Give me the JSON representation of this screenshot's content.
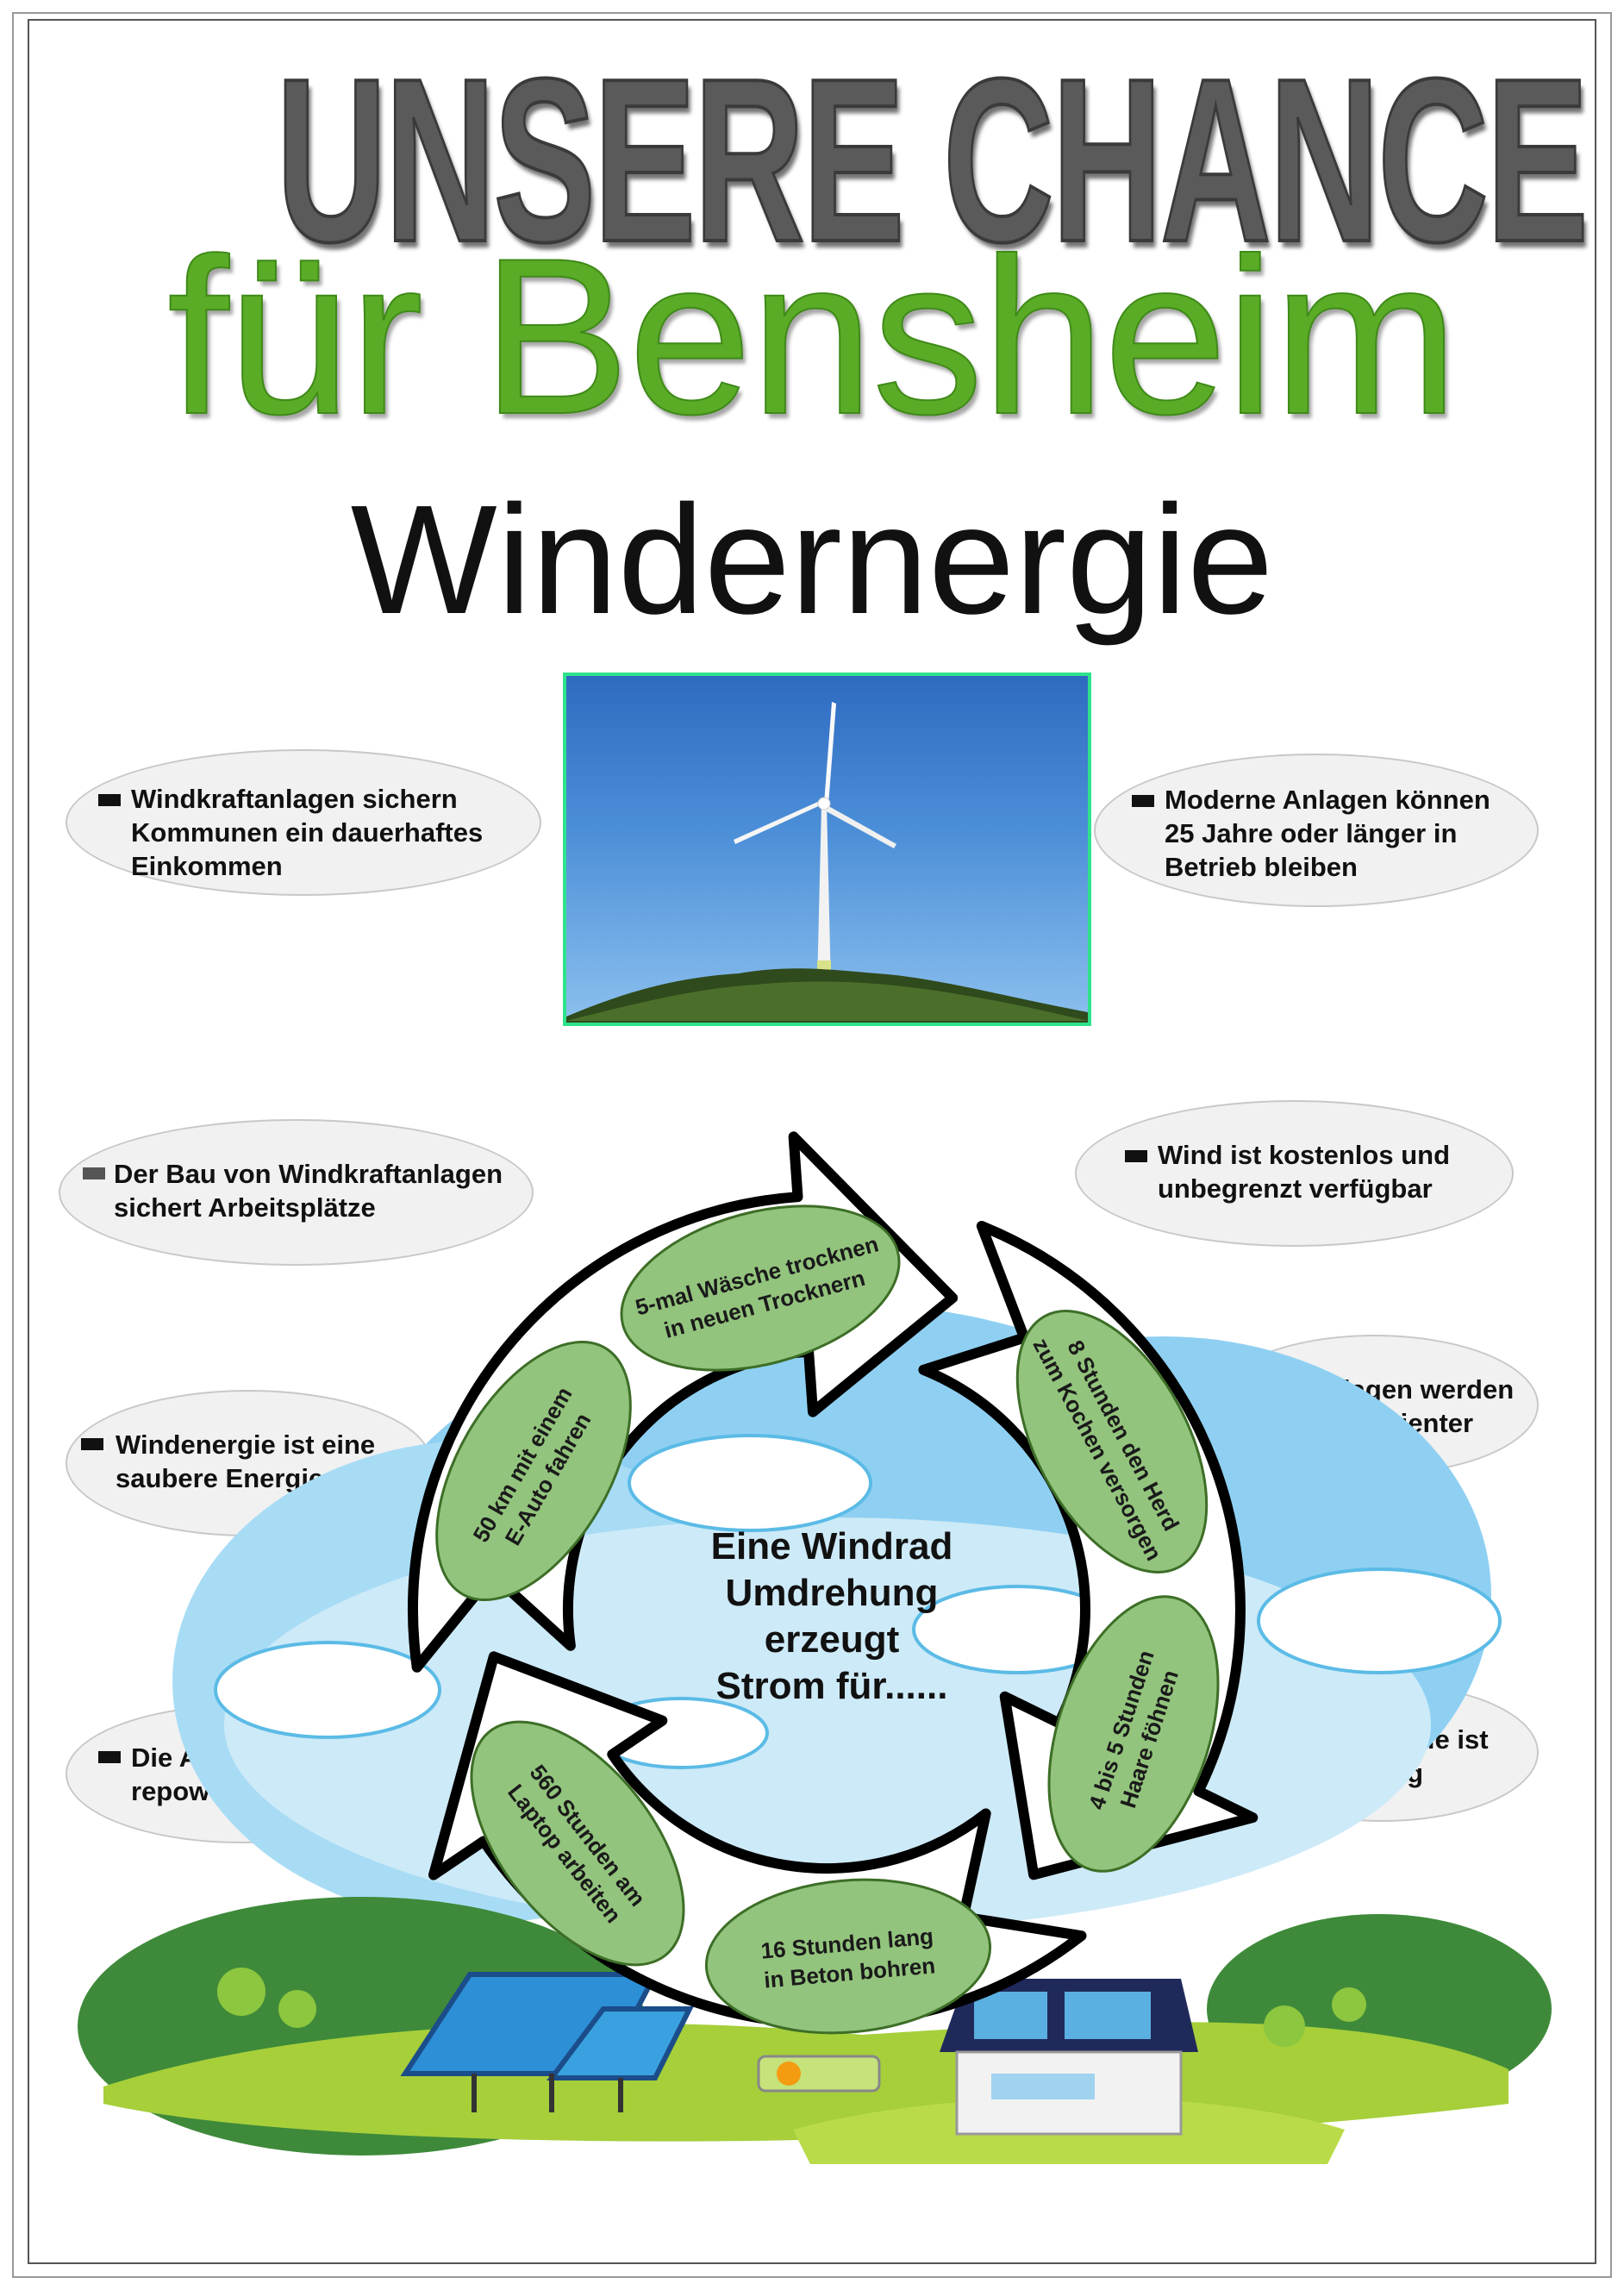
{
  "header": {
    "line1": "UNSERE CHANCE",
    "line2": "für Bensheim",
    "topic": "Windernergie"
  },
  "facts": [
    {
      "lines": [
        "Windkraftanlagen sichern",
        "Kommunen ein dauerhaftes",
        "Einkommen"
      ]
    },
    {
      "lines": [
        "Moderne Anlagen können",
        "25 Jahre oder länger in",
        "Betrieb bleiben"
      ]
    },
    {
      "lines": [
        "Der Bau von Windkraftanlagen",
        "sichert Arbeitsplätze"
      ]
    },
    {
      "lines": [
        "Wind ist kostenlos und",
        "unbegrenzt verfügbar"
      ]
    },
    {
      "lines": [
        "Die Anlagen werden",
        "immer effizienter"
      ]
    },
    {
      "lines": [
        "Windenergie ist eine",
        "saubere Energiequelle"
      ]
    },
    {
      "lines": [
        "Die Anlagen können",
        "repowert werden"
      ]
    },
    {
      "lines": [
        "Windenergie ist",
        "nachhaltig"
      ]
    }
  ],
  "cycle": {
    "center_lines": [
      "Eine Windrad",
      "Umdrehung",
      "erzeugt",
      "Strom für......"
    ],
    "items": [
      {
        "lines": [
          "5-mal Wäsche trocknen",
          "in neuen Trocknern"
        ]
      },
      {
        "lines": [
          "50 km mit einem",
          "E-Auto fahren"
        ]
      },
      {
        "lines": [
          "8 Stunden den Herd",
          "zum Kochen versorgen"
        ]
      },
      {
        "lines": [
          "4 bis 5 Stunden",
          "Haare föhnen"
        ]
      },
      {
        "lines": [
          "560 Stunden am",
          "Laptop arbeiten"
        ]
      },
      {
        "lines": [
          "16 Stunden lang",
          "in Beton bohren"
        ]
      }
    ]
  },
  "colors": {
    "title_gray": "#5a5a5a",
    "title_green": "#5aab26",
    "leaf_green": "#93c47d",
    "photo_border": "#2fe38c"
  }
}
